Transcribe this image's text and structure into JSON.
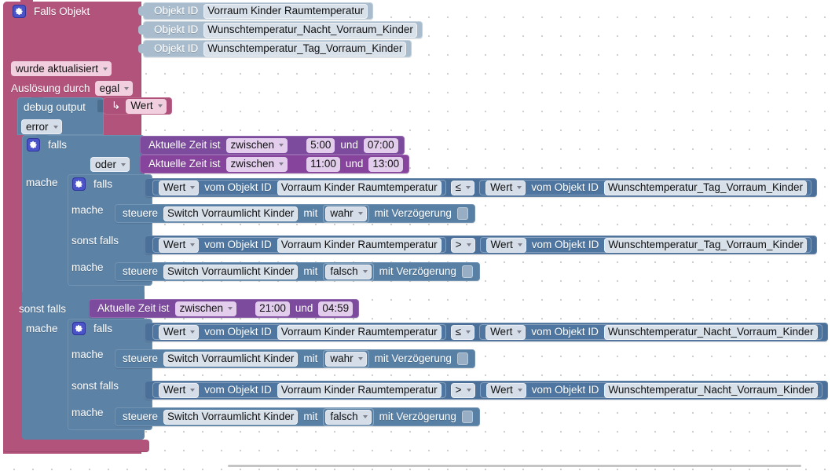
{
  "editor": {
    "type": "blockly-workspace",
    "background": "#ffffff",
    "grid_dot_color": "#cfcfcf"
  },
  "colors": {
    "trigger_block": "#b2537c",
    "object_id_block": "#a8bccd",
    "control_block": "#5c82a6",
    "compare_block": "#4a709a",
    "time_block": "#7d4b9e",
    "gear_icon": "#4b53c8"
  },
  "outer_block": {
    "icon": "gear-icon",
    "title": "Falls Objekt",
    "object_ids": [
      {
        "label": "Objekt ID",
        "value": "Vorraum Kinder Raumtemperatur"
      },
      {
        "label": "Objekt ID",
        "value": "Wunschtemperatur_Nacht_Vorraum_Kinder"
      },
      {
        "label": "Objekt ID",
        "value": "Wunschtemperatur_Tag_Vorraum_Kinder"
      }
    ],
    "condition_dropdown": "wurde aktualisiert",
    "trigger_label": "Auslösung durch",
    "trigger_dropdown": "egal"
  },
  "debug_block": {
    "label": "debug output",
    "severity_dropdown": "error",
    "return_arrow": "↳",
    "return_dropdown": "Wert"
  },
  "mid_if": {
    "icon": "gear-icon",
    "if_label": "falls",
    "or_dropdown": "oder",
    "do_label": "mache",
    "else_if_label": "sonst falls",
    "else_do_label": "mache"
  },
  "time_conditions": [
    {
      "prefix": "Aktuelle Zeit ist",
      "mode": "zwischen",
      "from": "5:00",
      "and": "und",
      "to": "07:00"
    },
    {
      "prefix": "Aktuelle Zeit ist",
      "mode": "zwischen",
      "from": "11:00",
      "and": "und",
      "to": "13:00"
    },
    {
      "prefix": "Aktuelle Zeit ist",
      "mode": "zwischen",
      "from": "21:00",
      "and": "und",
      "to": "04:59"
    }
  ],
  "inner_if_day": {
    "icon": "gear-icon",
    "if_label": "falls",
    "do_label": "mache",
    "else_if_label": "sonst falls",
    "else_do_label": "mache"
  },
  "inner_if_night": {
    "icon": "gear-icon",
    "if_label": "falls",
    "do_label": "mache",
    "else_if_label": "sonst falls",
    "else_do_label": "mache"
  },
  "comparisons": [
    {
      "left_dropdown": "Wert",
      "left_prefix": "vom Objekt ID",
      "left_value": "Vorraum Kinder Raumtemperatur",
      "operator": "≤",
      "right_dropdown": "Wert",
      "right_prefix": "vom Objekt ID",
      "right_value": "Wunschtemperatur_Tag_Vorraum_Kinder"
    },
    {
      "left_dropdown": "Wert",
      "left_prefix": "vom Objekt ID",
      "left_value": "Vorraum Kinder Raumtemperatur",
      "operator": ">",
      "right_dropdown": "Wert",
      "right_prefix": "vom Objekt ID",
      "right_value": "Wunschtemperatur_Tag_Vorraum_Kinder"
    },
    {
      "left_dropdown": "Wert",
      "left_prefix": "vom Objekt ID",
      "left_value": "Vorraum Kinder Raumtemperatur",
      "operator": "≤",
      "right_dropdown": "Wert",
      "right_prefix": "vom Objekt ID",
      "right_value": "Wunschtemperatur_Nacht_Vorraum_Kinder"
    },
    {
      "left_dropdown": "Wert",
      "left_prefix": "vom Objekt ID",
      "left_value": "Vorraum Kinder Raumtemperatur",
      "operator": ">",
      "right_dropdown": "Wert",
      "right_prefix": "vom Objekt ID",
      "right_value": "Wunschtemperatur_Nacht_Vorraum_Kinder"
    }
  ],
  "controls": [
    {
      "verb": "steuere",
      "target": "Switch Vorraumlicht Kinder",
      "with": "mit",
      "value": "wahr",
      "delay_label": "mit Verzögerung"
    },
    {
      "verb": "steuere",
      "target": "Switch Vorraumlicht Kinder",
      "with": "mit",
      "value": "falsch",
      "delay_label": "mit Verzögerung"
    },
    {
      "verb": "steuere",
      "target": "Switch Vorraumlicht Kinder",
      "with": "mit",
      "value": "wahr",
      "delay_label": "mit Verzögerung"
    },
    {
      "verb": "steuere",
      "target": "Switch Vorraumlicht Kinder",
      "with": "mit",
      "value": "falsch",
      "delay_label": "mit Verzögerung"
    }
  ]
}
